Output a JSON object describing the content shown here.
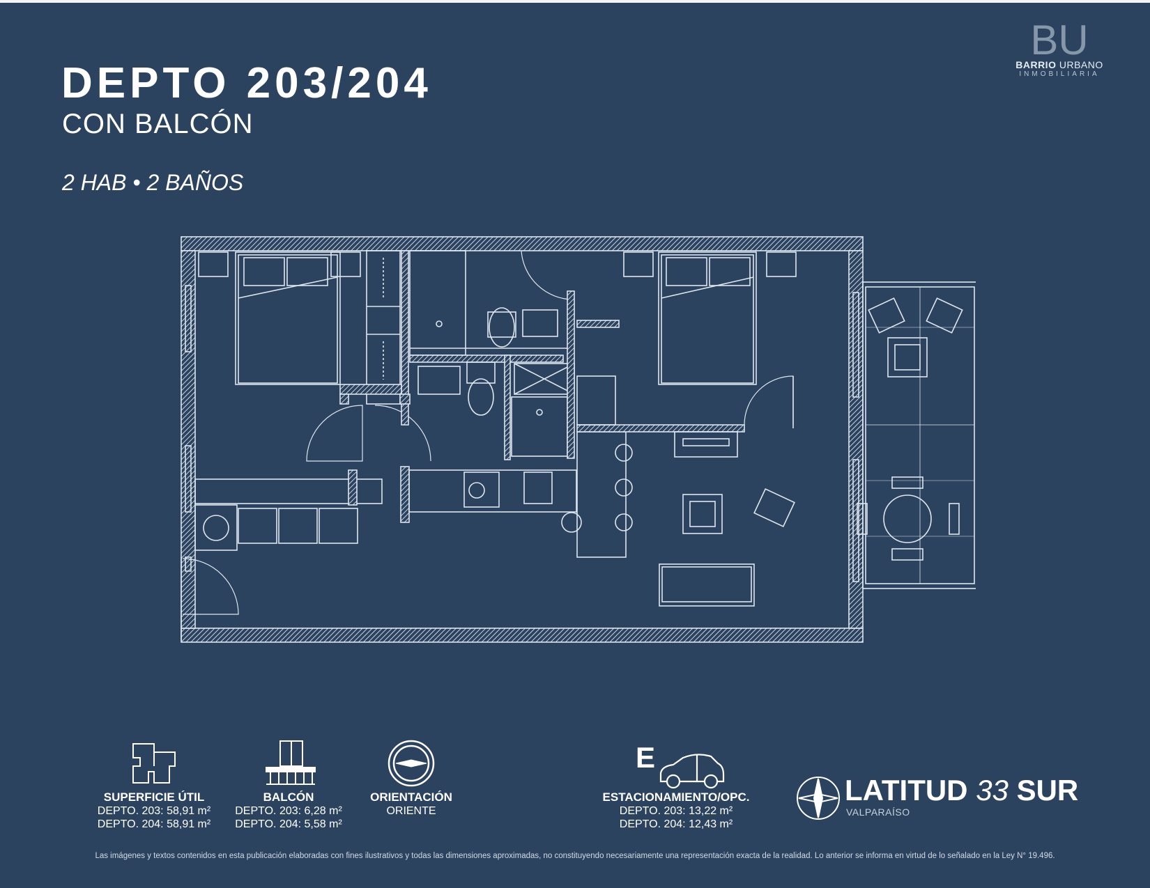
{
  "header": {
    "title": "DEPTO 203/204",
    "subtitle": "CON BALCÓN",
    "rooms": "2 HAB • 2 BAÑOS"
  },
  "logo": {
    "mark": "BU",
    "name_bold": "BARRIO",
    "name_rest": " URBANO",
    "tagline": "INMOBILIARIA"
  },
  "features": {
    "superficie": {
      "icon": "floorplan-icon",
      "name": "SUPERFICIE ÚTIL",
      "line1": "DEPTO. 203: 58,91 m²",
      "line2": "DEPTO. 204: 58,91 m²"
    },
    "balcon": {
      "icon": "balcony-icon",
      "name": "BALCÓN",
      "line1": "DEPTO. 203: 6,28 m²",
      "line2": "DEPTO. 204: 5,58 m²"
    },
    "orientacion": {
      "icon": "compass-icon",
      "name": "ORIENTACIÓN",
      "line1": "ORIENTE"
    },
    "estacionamiento": {
      "icon": "car-icon",
      "letter": "E",
      "name": "ESTACIONAMIENTO/OPC.",
      "line1": "DEPTO. 203: 13,22 m²",
      "line2": "DEPTO. 204: 12,43 m²"
    }
  },
  "brand": {
    "name_bold": "LATITUD ",
    "name_italic": "33",
    "name_end": " SUR",
    "city": "VALPARAÍSO"
  },
  "disclaimer": "Las imágenes y textos contenidos en esta publicación elaboradas con fines ilustrativos y todas las dimensiones aproximadas, no constituyendo necesariamente una representación exacta de la realidad. Lo anterior se informa en virtud de lo señalado en la Ley N° 19.496.",
  "colors": {
    "background": "#2c4360",
    "lines": "#dfe6ee",
    "text": "#ffffff"
  }
}
